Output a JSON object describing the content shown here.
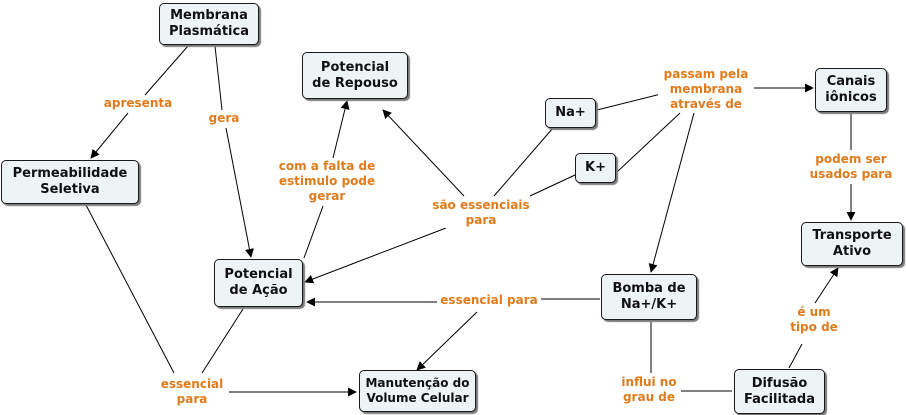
{
  "nodes": {
    "membrana": "Membrana\nPlasmática",
    "potencial_repouso": "Potencial\nde Repouso",
    "na": "Na+",
    "k": "K+",
    "canais": "Canais\niônicos",
    "permeabilidade": "Permeabilidade\nSeletiva",
    "potencial_acao": "Potencial\nde Ação",
    "bomba": "Bomba de\nNa+/K+",
    "transporte": "Transporte\nAtivo",
    "manutencao": "Manutenção do\nVolume Celular",
    "difusao": "Difusão\nFacilitada"
  },
  "links": {
    "apresenta": "apresenta",
    "gera": "gera",
    "falta_estimulo": "com a falta de\nestimulo pode\ngerar",
    "essenciais": "são essenciais\npara",
    "passam": "passam pela\nmembrana\natravés de",
    "podem_ser": "podem ser\nusados para",
    "essencial_para": "essencial para",
    "essencial_para_2": "essencial\npara",
    "e_um_tipo": "é um\ntipo de",
    "influi": "influi no\ngrau de"
  },
  "colors": {
    "node_fill": "#eef3f6",
    "node_border": "#1a1a1a",
    "link_text": "#e07b1c",
    "edge": "#000000"
  }
}
